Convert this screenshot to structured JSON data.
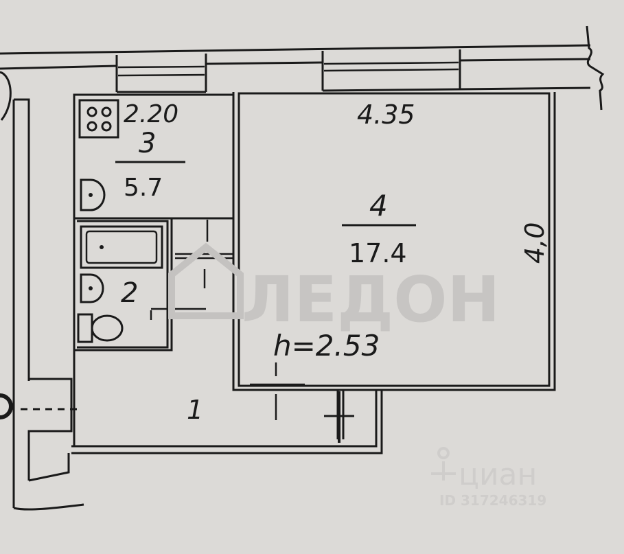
{
  "rooms": {
    "kitchen": {
      "number": "3",
      "area": "5.7",
      "width": "2.20"
    },
    "bathroom": {
      "number": "2"
    },
    "living": {
      "number": "4",
      "area": "17.4",
      "width": "4.35",
      "depth": "4,0"
    },
    "hall": {
      "number": "1"
    }
  },
  "ceiling_height": "h=2.53",
  "watermark": {
    "agency": "ЛЕДОН",
    "portal": "циан",
    "listing_id": "ID 317246319"
  },
  "colors": {
    "paper": "#dcdad7",
    "ink": "#1a1a1a",
    "watermark": "#c4c2c0"
  }
}
